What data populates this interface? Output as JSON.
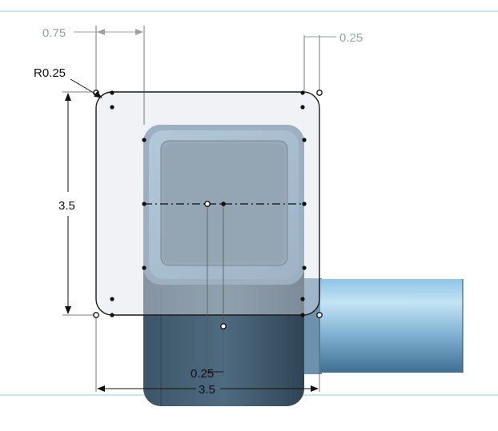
{
  "dimensions": {
    "offset_left": "0.75",
    "offset_right": "0.25",
    "radius": "R0.25",
    "height": "3.5",
    "width": "3.5",
    "center_offset": "0.25"
  },
  "colors": {
    "plane_line": "#9fd0ee",
    "sketch_face": "#dde1e7",
    "sketch_line": "#1a1a1a",
    "part_body": "#4f6b80",
    "part_body_dark": "#3f5a6e",
    "part_rim": "#6d94b2",
    "part_inner": "#5f7c93",
    "cylinder_light": "#b5d8ee",
    "cylinder_dark": "#4c82a6",
    "dim_gray": "#9aa0a6"
  }
}
